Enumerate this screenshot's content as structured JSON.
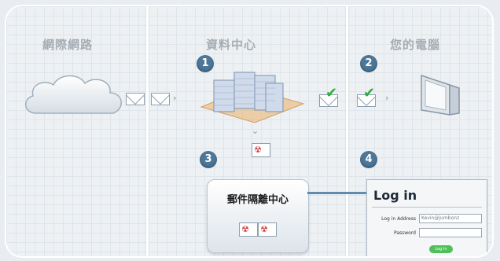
{
  "columns": {
    "internet": {
      "title": "網際網路"
    },
    "datacenter": {
      "title": "資料中心"
    },
    "computer": {
      "title": "您的電腦"
    }
  },
  "steps": [
    "1",
    "2",
    "3",
    "4"
  ],
  "quarantine": {
    "title": "郵件隔離中心"
  },
  "login": {
    "title": "Log in",
    "address_label": "Log in Address",
    "address_value": "Kevin@jumbonz",
    "password_label": "Password",
    "button_label": "Log In"
  },
  "icons": [
    "cloud-icon",
    "envelope-icon",
    "server-icon",
    "check-icon",
    "monitor-icon",
    "biohazard-icon"
  ],
  "colors": {
    "step_badge": "#4d7798",
    "check": "#2fae3b",
    "connector": "#5d8cb0",
    "bio": "#d23a3a"
  }
}
